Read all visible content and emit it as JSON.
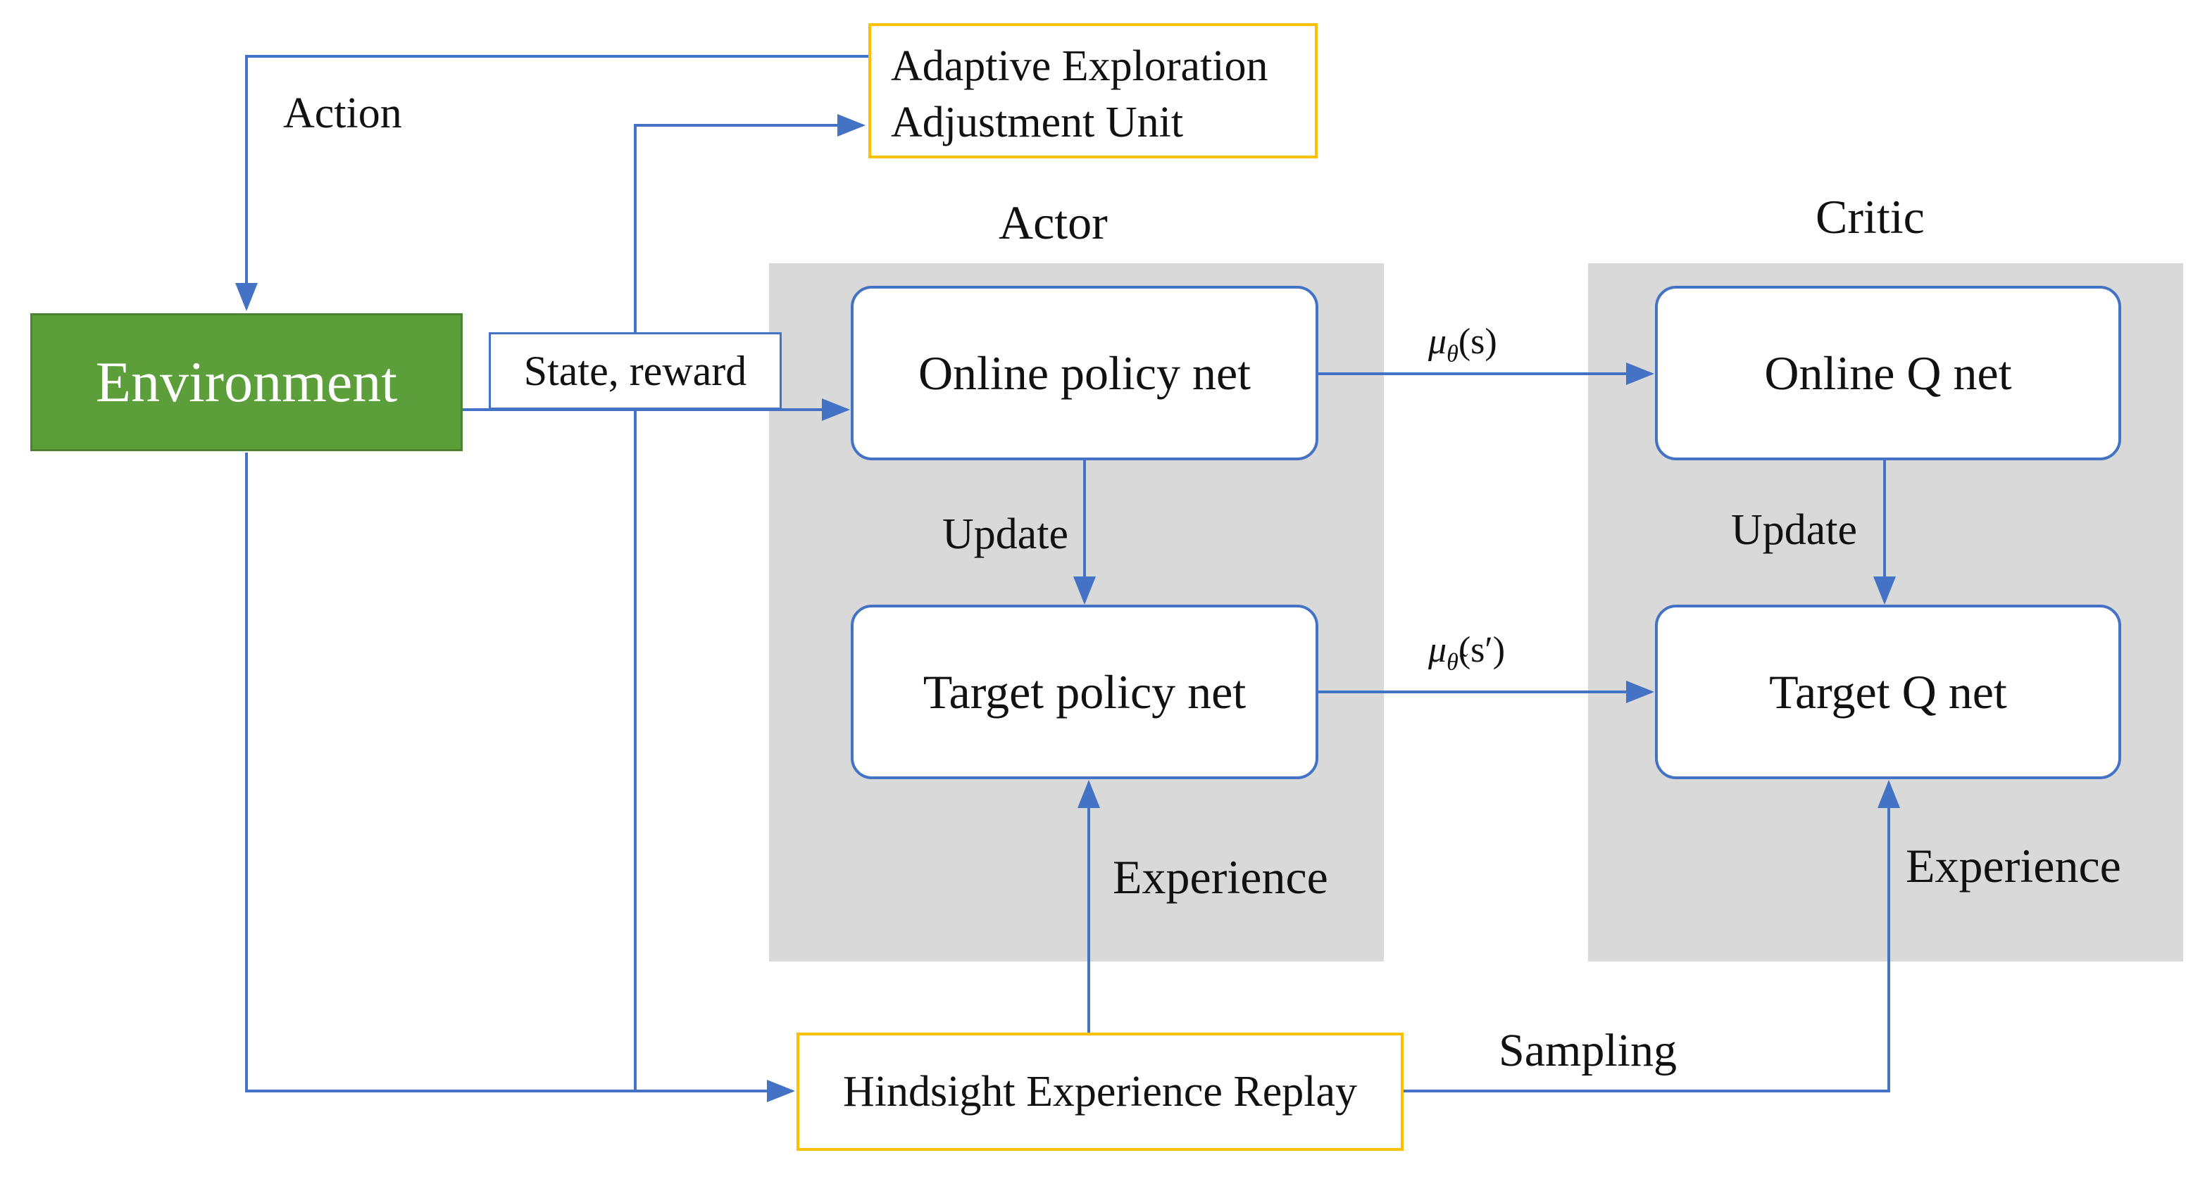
{
  "panels": {
    "actor_title": "Actor",
    "critic_title": "Critic"
  },
  "nodes": {
    "environment": "Environment",
    "state_reward": "State, reward",
    "adaptive_line1": "Adaptive Exploration",
    "adaptive_line2": "Adjustment Unit",
    "online_policy": "Online policy net",
    "target_policy": "Target policy net",
    "online_q": "Online Q net",
    "target_q": "Target Q net",
    "her": "Hindsight Experience Replay"
  },
  "edge_labels": {
    "action": "Action",
    "update_actor": "Update",
    "update_critic": "Update",
    "mu_theta": "μ",
    "mu_theta_sub": "θ",
    "mu_theta_arg": "(s)",
    "mu_target": "μ",
    "mu_target_sub": "θ̃",
    "mu_target_arg": "(s′)",
    "experience_actor": "Experience",
    "experience_critic": "Experience",
    "sampling": "Sampling"
  },
  "colors": {
    "arrow": "#4472c4",
    "environment_fill": "#5b9e3a",
    "panel_fill": "#d9d9d9",
    "highlight_border": "#ffc000"
  }
}
